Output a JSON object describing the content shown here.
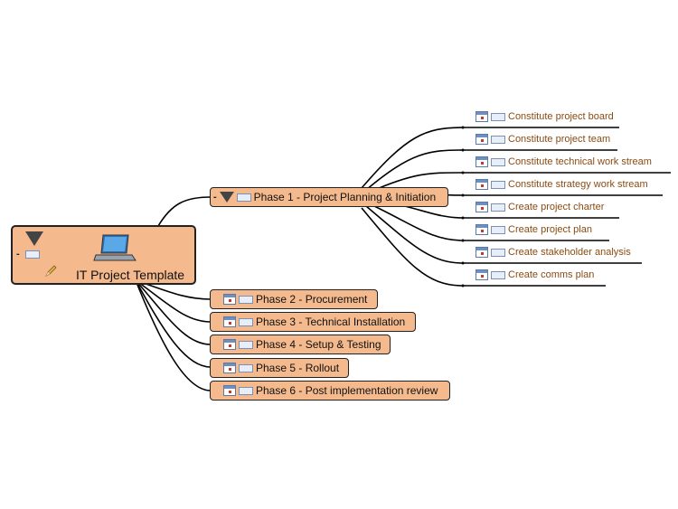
{
  "central": {
    "title": "IT Project Template",
    "collapse_symbol": "-"
  },
  "phases": [
    {
      "label": "Phase 1 - Project Planning & Initiation",
      "collapse_symbol": "-"
    },
    {
      "label": "Phase 2 - Procurement"
    },
    {
      "label": "Phase 3 - Technical Installation"
    },
    {
      "label": "Phase 4 - Setup & Testing"
    },
    {
      "label": "Phase 5 - Rollout"
    },
    {
      "label": "Phase 6 - Post implementation review"
    }
  ],
  "phase1_tasks": [
    {
      "label": "Constitute project board"
    },
    {
      "label": "Constitute project team"
    },
    {
      "label": "Constitute technical work stream"
    },
    {
      "label": "Constitute strategy work stream"
    },
    {
      "label": "Create project charter"
    },
    {
      "label": "Create project plan"
    },
    {
      "label": "Create stakeholder analysis"
    },
    {
      "label": "Create comms plan"
    }
  ],
  "icons": {
    "central": [
      "shield-icon",
      "note-icon",
      "laptop-icon",
      "pencil-icon"
    ],
    "phase": [
      "calendar-icon",
      "note-icon"
    ],
    "phase1": [
      "shield-icon",
      "note-icon"
    ],
    "task": [
      "calendar-icon",
      "note-icon"
    ]
  },
  "colors": {
    "node_fill": "#f4b98c",
    "node_border": "#222222",
    "task_text": "#8a4b12",
    "link": "#000000"
  }
}
